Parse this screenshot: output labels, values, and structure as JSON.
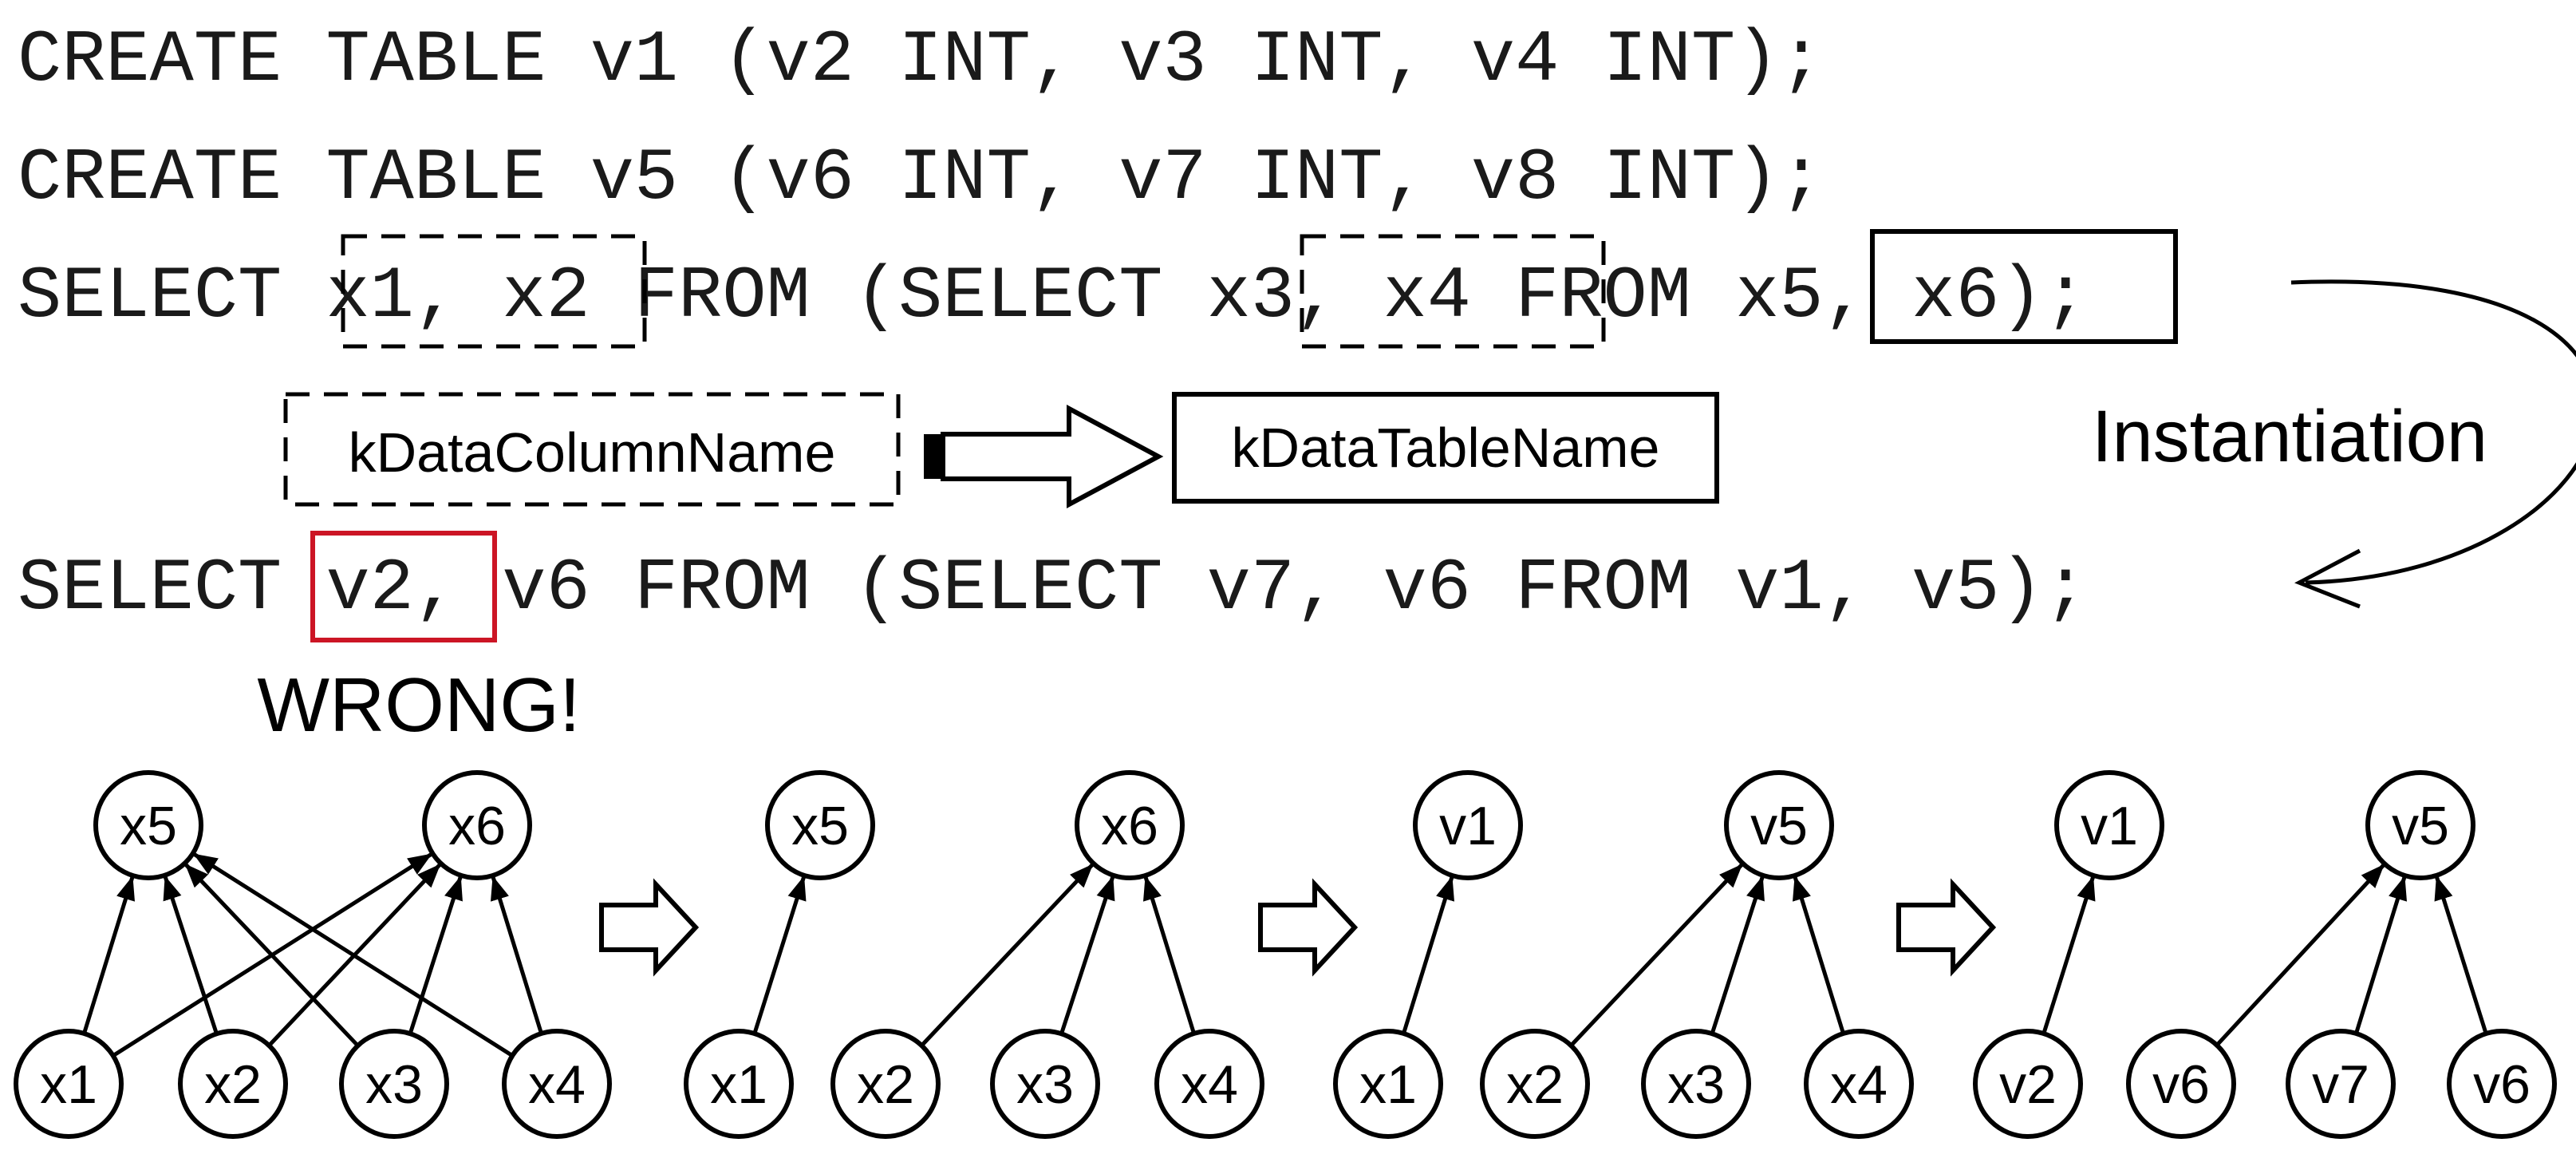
{
  "code": {
    "line1": "CREATE TABLE v1 (v2 INT, v3 INT, v4 INT);",
    "line2": "CREATE TABLE v5 (v6 INT, v7 INT, v8 INT);",
    "line3": "SELECT x1, x2 FROM (SELECT x3, x4 FROM x5, x6);",
    "line4": "SELECT v2, v6 FROM (SELECT v7, v6 FROM v1, v5);"
  },
  "legend": {
    "column_name": "kDataColumnName",
    "table_name": "kDataTableName"
  },
  "instantiation_label": "Instantiation",
  "wrong_label": "WRONG!",
  "colors": {
    "error": "#cc1525",
    "text": "#1a1a1a"
  },
  "graphs": [
    {
      "tops": [
        "x5",
        "x6"
      ],
      "bottoms": [
        "x1",
        "x2",
        "x3",
        "x4"
      ]
    },
    {
      "tops": [
        "x5",
        "x6"
      ],
      "bottoms": [
        "x1",
        "x2",
        "x3",
        "x4"
      ]
    },
    {
      "tops": [
        "v1",
        "v5"
      ],
      "bottoms": [
        "x1",
        "x2",
        "x3",
        "x4"
      ]
    },
    {
      "tops": [
        "v1",
        "v5"
      ],
      "bottoms": [
        "v2",
        "v6",
        "v7",
        "v6"
      ]
    }
  ]
}
